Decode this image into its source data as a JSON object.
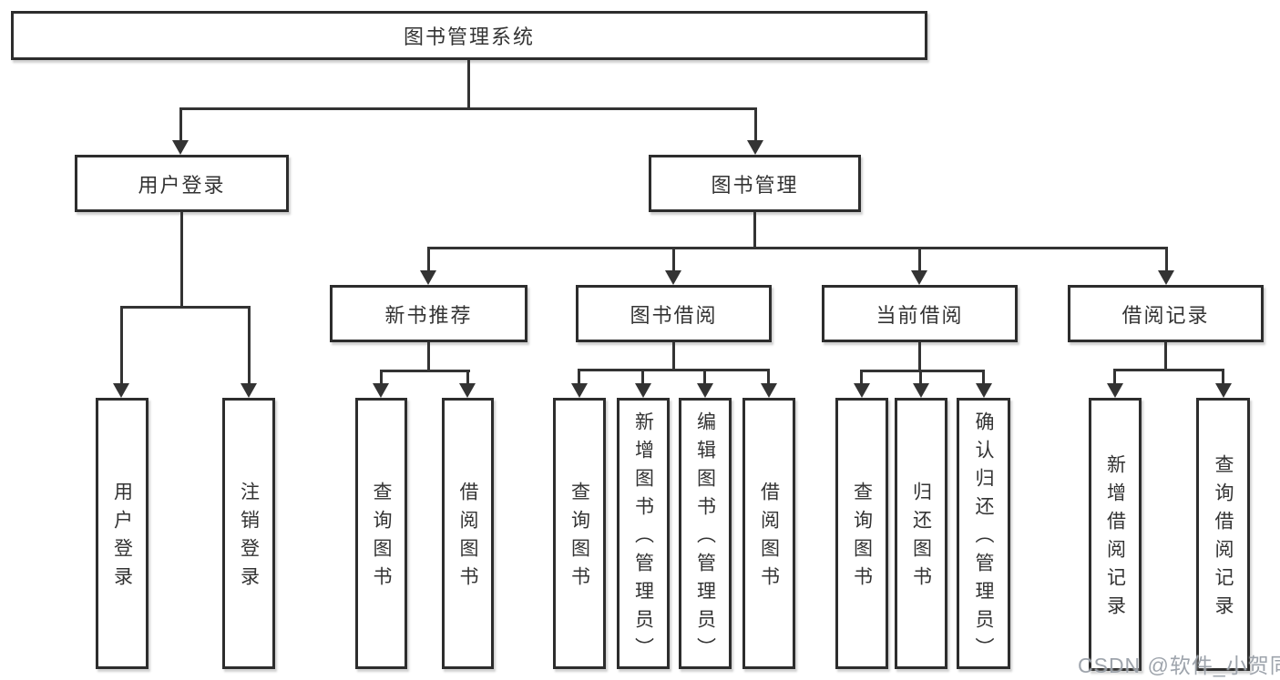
{
  "root": {
    "label": "图书管理系统"
  },
  "branches": {
    "user": {
      "label": "用户登录",
      "children": [
        "用户登录",
        "注销登录"
      ]
    },
    "book": {
      "label": "图书管理",
      "groups": [
        {
          "label": "新书推荐",
          "children": [
            "查询图书",
            "借阅图书"
          ]
        },
        {
          "label": "图书借阅",
          "children": [
            "查询图书",
            "新增图书（管理员）",
            "编辑图书（管理员）",
            "借阅图书"
          ]
        },
        {
          "label": "当前借阅",
          "children": [
            "查询图书",
            "归还图书",
            "确认归还（管理员）"
          ]
        },
        {
          "label": "借阅记录",
          "children": [
            "新增借阅记录",
            "查询借阅记录"
          ]
        }
      ]
    }
  },
  "watermark": "CSDN @软件_小贺同学",
  "colors": {
    "line": "#333333",
    "box_border": "#2d2d2d",
    "text": "#333333",
    "background": "#ffffff",
    "watermark": "#969ca5"
  }
}
